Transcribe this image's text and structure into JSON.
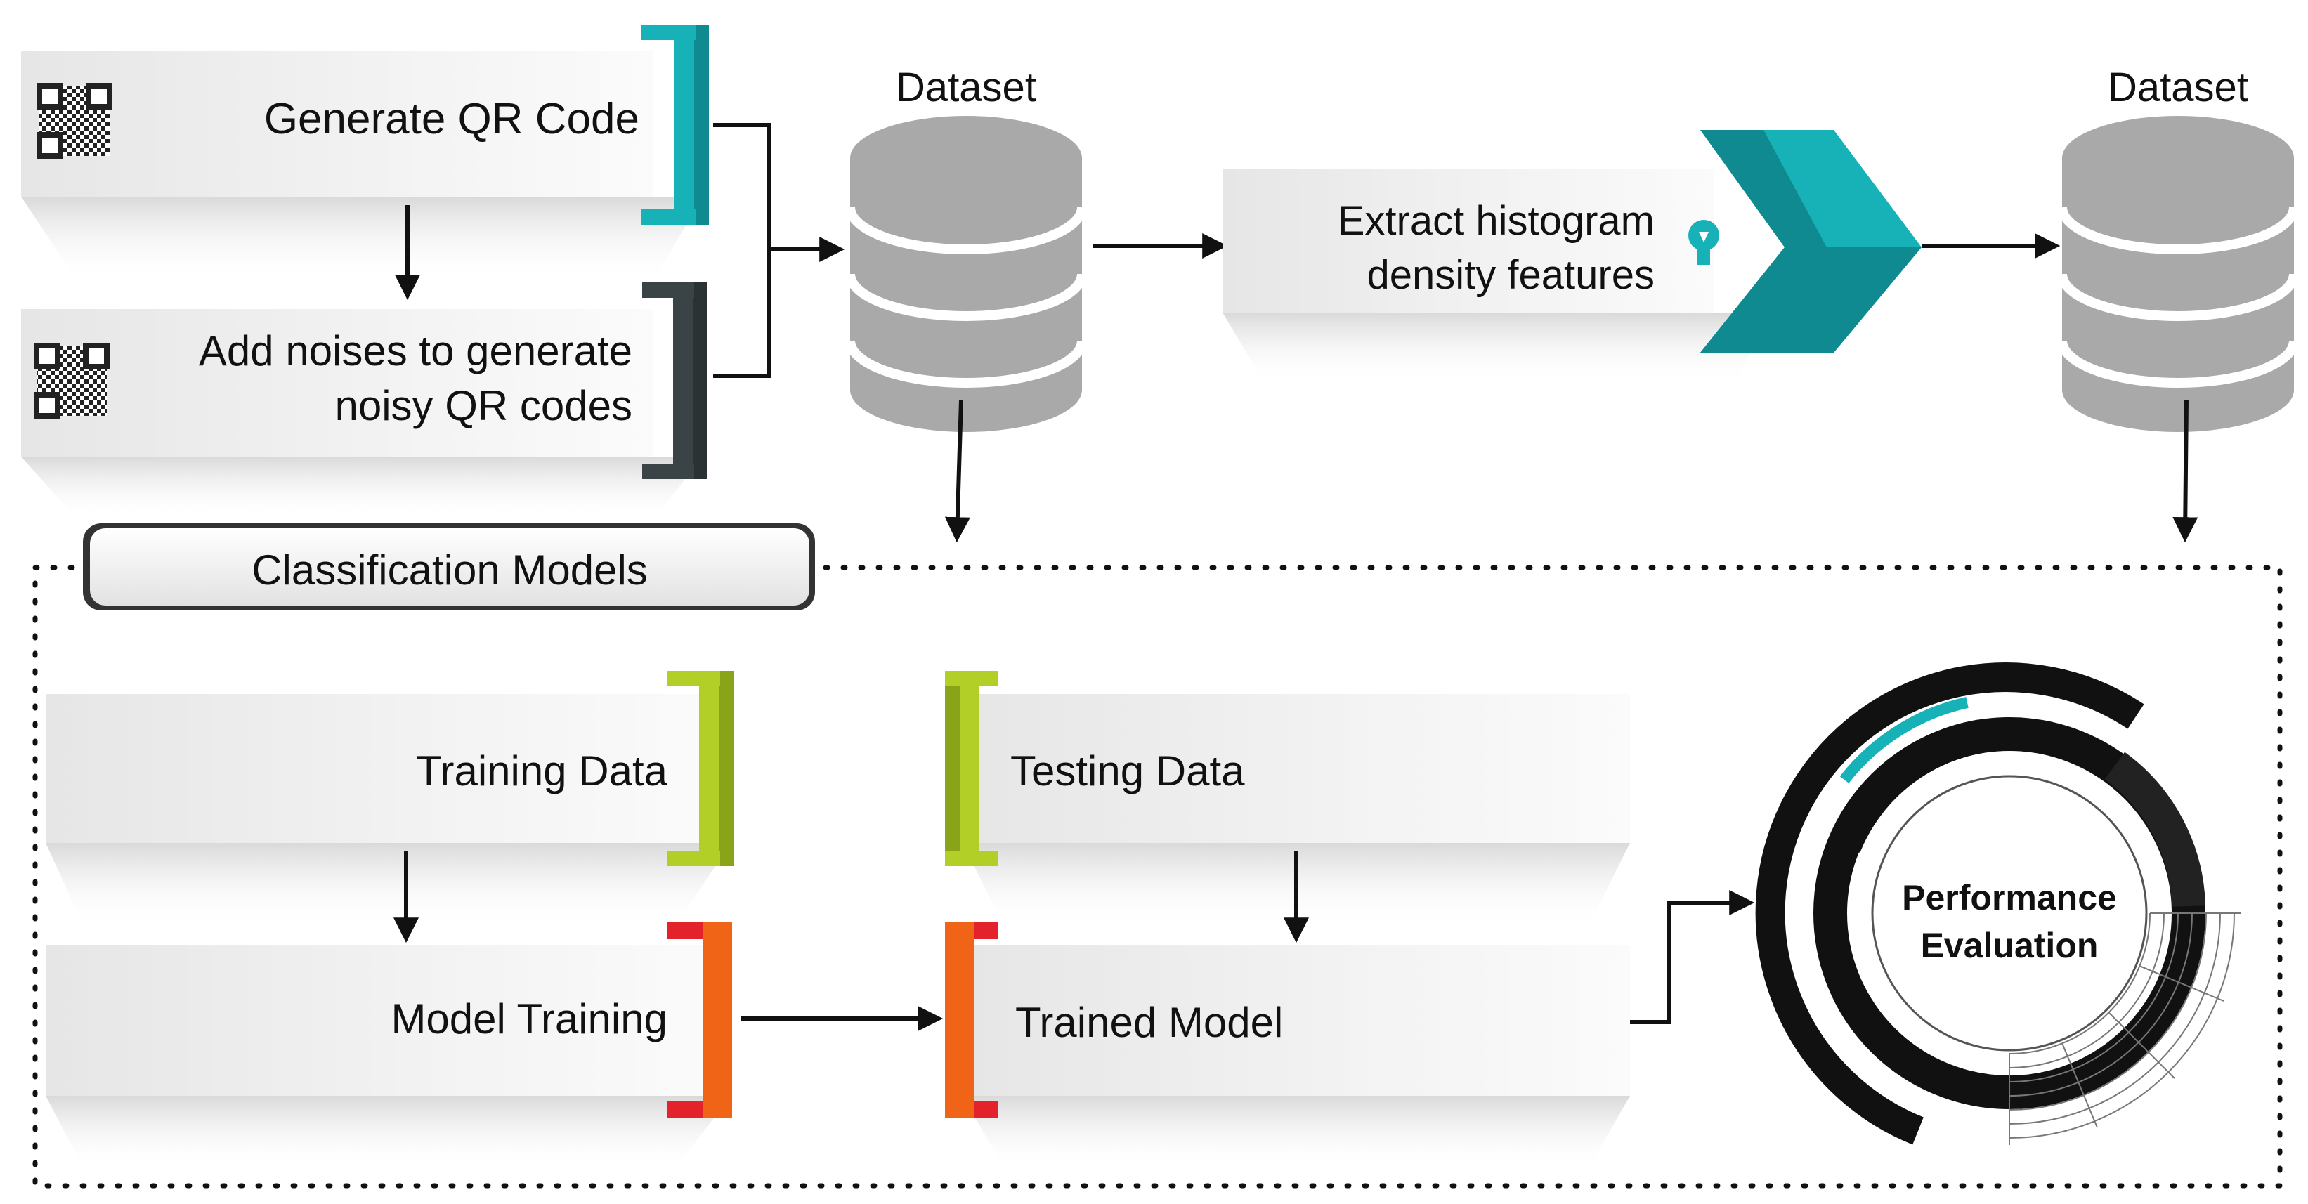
{
  "top": {
    "generate_qr": "Generate QR Code",
    "add_noises_line1": "Add noises to generate",
    "add_noises_line2": "noisy QR codes",
    "dataset_left": "Dataset",
    "extract_line1": "Extract histogram",
    "extract_line2": "density features",
    "dataset_right": "Dataset"
  },
  "classification": {
    "title": "Classification Models",
    "training_data": "Training Data",
    "testing_data": "Testing Data",
    "model_training": "Model Training",
    "trained_model": "Trained Model",
    "performance_line1": "Performance",
    "performance_line2": "Evaluation"
  },
  "colors": {
    "teal": "#17b2b8",
    "teal_dark": "#0e8a90",
    "slate": "#3a4446",
    "lime": "#b2cf28",
    "lime_dark": "#8aa41a",
    "orange": "#f06418",
    "red": "#e3222b",
    "db_gray": "#a9a9a9",
    "box_gray": "#ededed"
  },
  "icons": [
    "qr-code-icon",
    "lightbulb-icon",
    "database-icon",
    "chevron-icon"
  ]
}
